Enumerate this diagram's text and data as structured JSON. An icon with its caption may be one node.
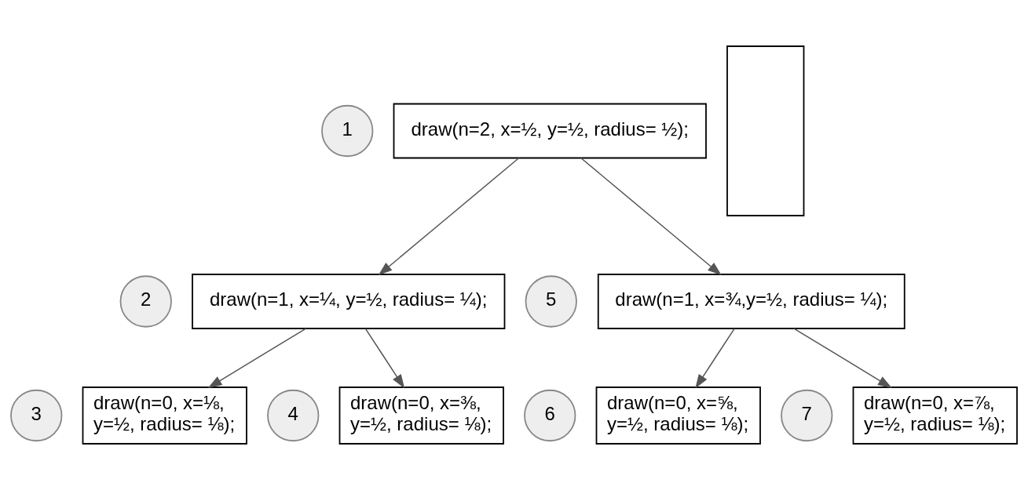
{
  "diagram": {
    "nodes": [
      {
        "text": [
          "1"
        ]
      },
      {
        "text": [
          "draw(n=2, x=½, y=½, radius= ½);"
        ]
      },
      {
        "text": [],
        "shape": "box"
      },
      {
        "text": [
          "2"
        ]
      },
      {
        "text": [
          "draw(n=1, x=¼, y=½, radius= ¼);"
        ]
      },
      {
        "text": [
          "5"
        ]
      },
      {
        "text": [
          "draw(n=1, x=¾,y=½, radius= ¼);"
        ]
      },
      {
        "text": [
          "3"
        ]
      },
      {
        "text": [
          "draw(n=0, x=⅛, y=½, radius= ⅛);"
        ]
      },
      {
        "text": [
          "4"
        ]
      },
      {
        "text": [
          "draw(n=0, x=⅜, y=½, radius= ⅛);"
        ]
      },
      {
        "text": [
          "6"
        ]
      },
      {
        "text": [
          "draw(n=0, x=⅝, y=½, radius= ⅛);"
        ]
      },
      {
        "text": [
          "7"
        ]
      },
      {
        "text": [
          "draw(n=0, x=⅞, y=½, radius= ⅛);"
        ]
      }
    ],
    "edges": [
      {
        "from": 1,
        "to": 4,
        "arrow": "to"
      },
      {
        "from": 1,
        "to": 6,
        "arrow": "to"
      },
      {
        "from": 4,
        "to": 8,
        "arrow": "to"
      },
      {
        "from": 4,
        "to": 10,
        "arrow": "to"
      },
      {
        "from": 6,
        "to": 12,
        "arrow": "to"
      },
      {
        "from": 6,
        "to": 14,
        "arrow": "to"
      }
    ]
  }
}
